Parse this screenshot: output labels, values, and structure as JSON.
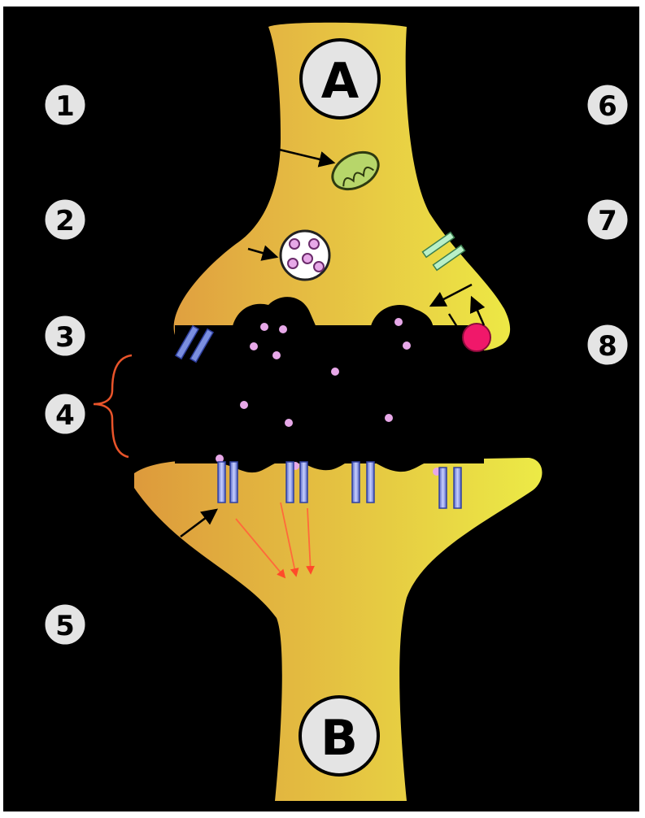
{
  "terminal_labels": {
    "top": "A",
    "bottom": "B"
  },
  "number_labels": [
    "1",
    "2",
    "3",
    "4",
    "5",
    "6",
    "7",
    "8"
  ],
  "colors": {
    "background": "#000000",
    "frame": "#ffffff",
    "neuron_left": "#E0A040",
    "neuron_right": "#EDE845",
    "badge_fill": "#E4E4E4",
    "mitochondrion": "#B7D66A",
    "vesicle_dot": "#E7A8E8",
    "channel": "#7B8FE0",
    "autoreceptor": "#B9F0C8",
    "reuptake_ball": "#F0186A",
    "bracket": "#E9542A",
    "signal_arrow": "#FF6A3A"
  }
}
